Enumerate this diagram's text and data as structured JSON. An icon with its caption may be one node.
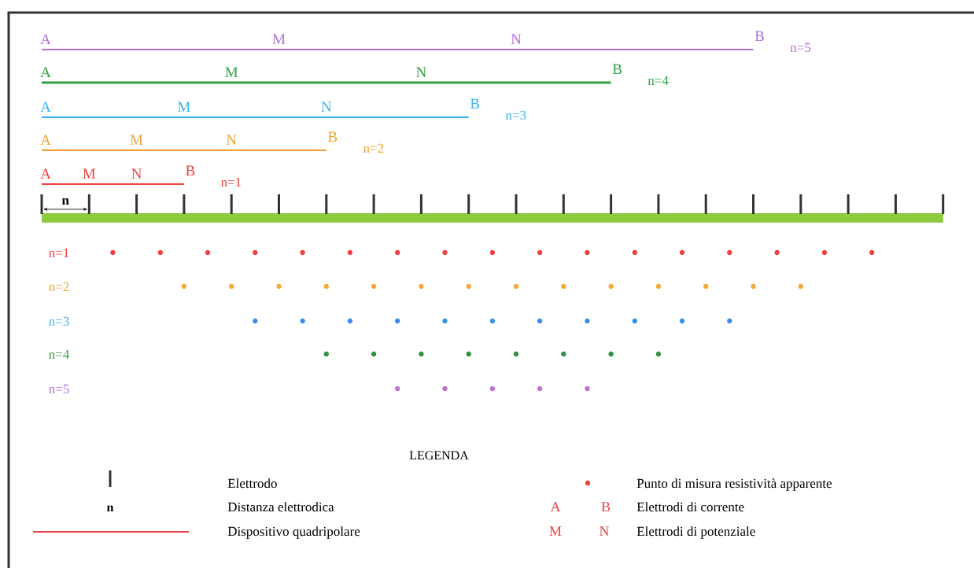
{
  "diagram": {
    "labels": [
      "A",
      "M",
      "N",
      "B",
      "n=5",
      "A",
      "M",
      "N",
      "B",
      "n=4",
      "A",
      "M",
      "N",
      "B",
      "n=3",
      "A",
      "M",
      "N",
      "B",
      "n=2",
      "A",
      "M",
      "N",
      "B",
      "n=1",
      "n",
      "n=1",
      "n=2",
      "n=3",
      "n=4",
      "n=5",
      "LEGENDA",
      "n",
      "A",
      "B",
      "M",
      "N"
    ],
    "legend": [
      {
        "text": "Elettrodo"
      },
      {
        "text": "Distanza elettrodica"
      },
      {
        "text": "Dispositivo quadripolare"
      },
      {
        "text": "Punto di misura resistività apparente"
      },
      {
        "text": "Elettrodi di corrente"
      },
      {
        "text": "Elettrodi di potenziale"
      }
    ]
  }
}
